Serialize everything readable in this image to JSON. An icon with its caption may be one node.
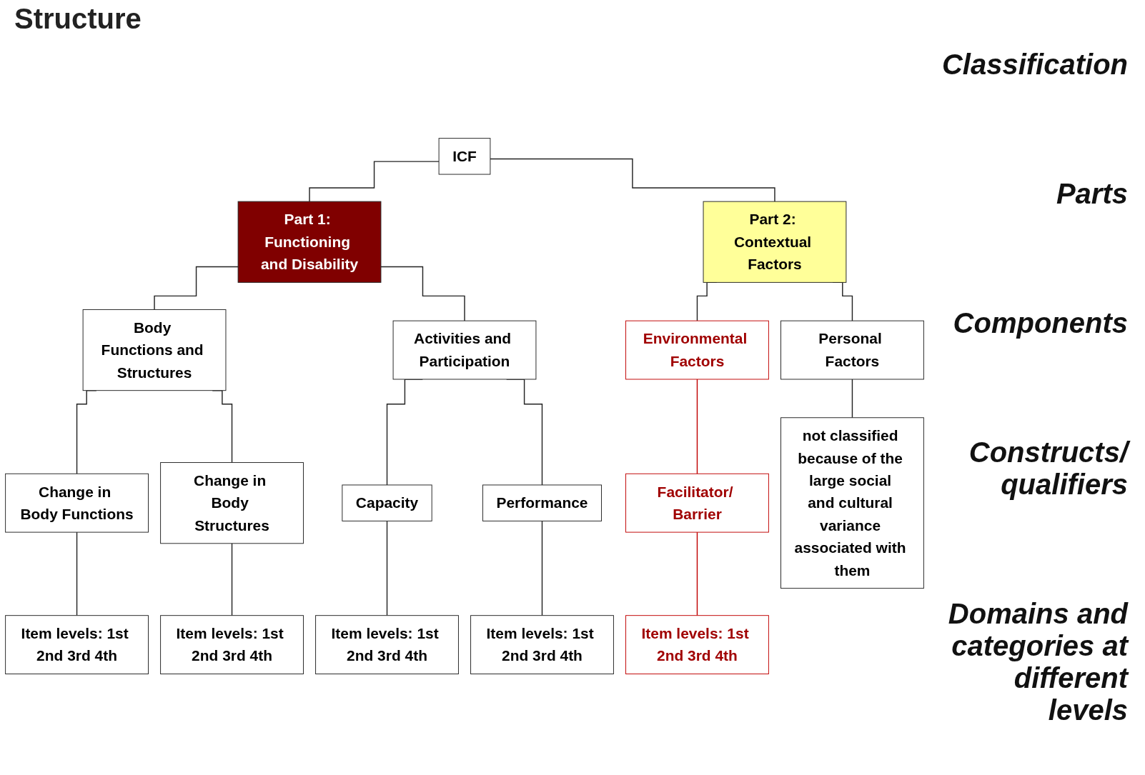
{
  "diagram": {
    "title": "Structure",
    "nodes": [
      {
        "text": [
          "ICF"
        ]
      },
      {
        "text": [
          "Part 1: Functioning and Disability"
        ]
      },
      {
        "text": [
          "Part 2: Contextual Factors"
        ]
      },
      {
        "text": [
          "Body Functions and Structures"
        ]
      },
      {
        "text": [
          "Activities and Participation"
        ]
      },
      {
        "text": [
          "Environmental Factors"
        ]
      },
      {
        "text": [
          "Personal Factors"
        ]
      },
      {
        "text": [
          "Change in Body Functions"
        ]
      },
      {
        "text": [
          "Change in Body Structures"
        ]
      },
      {
        "text": [
          "Capacity"
        ]
      },
      {
        "text": [
          "Performance"
        ]
      },
      {
        "text": [
          "Facilitator/ Barrier"
        ]
      },
      {
        "text": [
          "not classified because of the large social and cultural variance associated with them"
        ]
      },
      {
        "text": [
          "Item levels: 1st 2nd 3rd 4th"
        ]
      },
      {
        "text": [
          "Item levels: 1st 2nd 3rd 4th"
        ]
      },
      {
        "text": [
          "Item levels: 1st 2nd 3rd 4th"
        ]
      },
      {
        "text": [
          "Item levels: 1st 2nd 3rd 4th"
        ]
      },
      {
        "text": [
          "Item levels: 1st 2nd 3rd 4th"
        ]
      }
    ],
    "edges": [
      {
        "from": 0,
        "to": 1,
        "arrow": "none"
      },
      {
        "from": 0,
        "to": 2,
        "arrow": "none"
      },
      {
        "from": 1,
        "to": 3,
        "arrow": "none"
      },
      {
        "from": 1,
        "to": 4,
        "arrow": "none"
      },
      {
        "from": 2,
        "to": 5,
        "arrow": "none"
      },
      {
        "from": 2,
        "to": 6,
        "arrow": "none"
      },
      {
        "from": 3,
        "to": 7,
        "arrow": "none"
      },
      {
        "from": 3,
        "to": 8,
        "arrow": "none"
      },
      {
        "from": 4,
        "to": 9,
        "arrow": "none"
      },
      {
        "from": 4,
        "to": 10,
        "arrow": "none"
      },
      {
        "from": 5,
        "to": 11,
        "arrow": "none",
        "color": "#c00000"
      },
      {
        "from": 6,
        "to": 12,
        "arrow": "none"
      },
      {
        "from": 7,
        "to": 13,
        "arrow": "none"
      },
      {
        "from": 8,
        "to": 14,
        "arrow": "none"
      },
      {
        "from": 9,
        "to": 15,
        "arrow": "none"
      },
      {
        "from": 10,
        "to": 16,
        "arrow": "none"
      },
      {
        "from": 11,
        "to": 17,
        "arrow": "none",
        "color": "#c00000"
      }
    ],
    "labels": [
      "Classification",
      "Parts",
      "Components",
      "Constructs/ qualifiers",
      "Domains and categories at different levels"
    ]
  }
}
